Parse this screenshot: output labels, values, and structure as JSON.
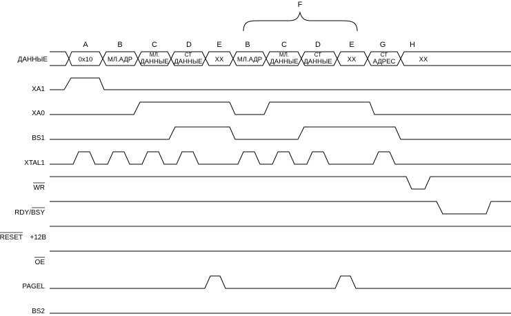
{
  "bus": {
    "name": "ДАННЫЕ",
    "cells": [
      {
        "id": "c1",
        "lines": [
          "0x10"
        ]
      },
      {
        "id": "c2",
        "lines": [
          "МЛ.АДР"
        ]
      },
      {
        "id": "c3",
        "lines": [
          "МЛ.",
          "ДАННЫЕ"
        ]
      },
      {
        "id": "c4",
        "lines": [
          "СТ",
          "ДАННЫЕ"
        ]
      },
      {
        "id": "c5",
        "lines": [
          "XX"
        ]
      },
      {
        "id": "c6",
        "lines": [
          "МЛ.АДР"
        ]
      },
      {
        "id": "c7",
        "lines": [
          "МЛ.",
          "ДАННЫЕ"
        ]
      },
      {
        "id": "c8",
        "lines": [
          "СТ",
          "ДАННЫЕ"
        ]
      },
      {
        "id": "c9",
        "lines": [
          "XX"
        ]
      },
      {
        "id": "c10",
        "lines": [
          "СТ",
          "АДРЕС"
        ]
      },
      {
        "id": "c11",
        "lines": [
          "XX"
        ]
      }
    ]
  },
  "phases": [
    "A",
    "B",
    "C",
    "D",
    "E",
    "B",
    "C",
    "D",
    "E",
    "G",
    "H"
  ],
  "group_label": "F",
  "signals": [
    {
      "id": "xa1",
      "name": "XA1"
    },
    {
      "id": "xa0",
      "name": "XA0"
    },
    {
      "id": "bs1",
      "name": "BS1"
    },
    {
      "id": "xtal1",
      "name": "XTAL1"
    },
    {
      "id": "wr",
      "name": "WR"
    },
    {
      "id": "rdy",
      "name": "RDY/",
      "name_overlined": "BSY"
    },
    {
      "id": "reset",
      "name": "RESET",
      "name_suffix": "+12В"
    },
    {
      "id": "oe",
      "name": "OE"
    },
    {
      "id": "pagel",
      "name": "PAGEL"
    },
    {
      "id": "bs2",
      "name": "BS2"
    }
  ]
}
